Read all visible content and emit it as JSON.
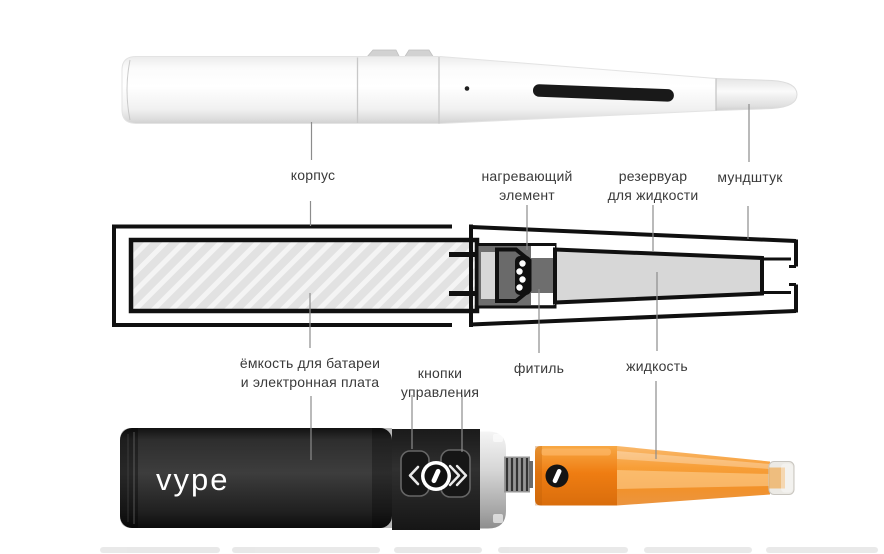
{
  "canvas": {
    "background": "#ffffff"
  },
  "labels": {
    "body": "корпус",
    "heating_element": [
      "нагревающий",
      "элемент"
    ],
    "liquid_reservoir": [
      "резервуар",
      "для жидкости"
    ],
    "mouthpiece": "мундштук",
    "battery_compartment": [
      "ёмкость для батареи",
      "и электронная плата"
    ],
    "control_buttons": [
      "кнопки",
      "управления"
    ],
    "wick": "фитиль",
    "liquid": "жидкость"
  },
  "brand": {
    "battery_logo": "vype"
  },
  "icons": {
    "left_control_button": "chevron-left-icon",
    "right_control_button": "chevron-double-right-icon",
    "center_button_logo": "vype-circle-slash-icon",
    "cartridge_logo": "vype-circle-slash-icon"
  },
  "colors": {
    "label_text": "#3a3a3a",
    "leader_line": "#8c8c8c",
    "schematic_stroke": "#111111",
    "schematic_dark_gray": "#6e6e6e",
    "schematic_light_gray": "#d7d7d7",
    "battery_black": "#262626",
    "cartridge_orange": "#ee7d12"
  }
}
